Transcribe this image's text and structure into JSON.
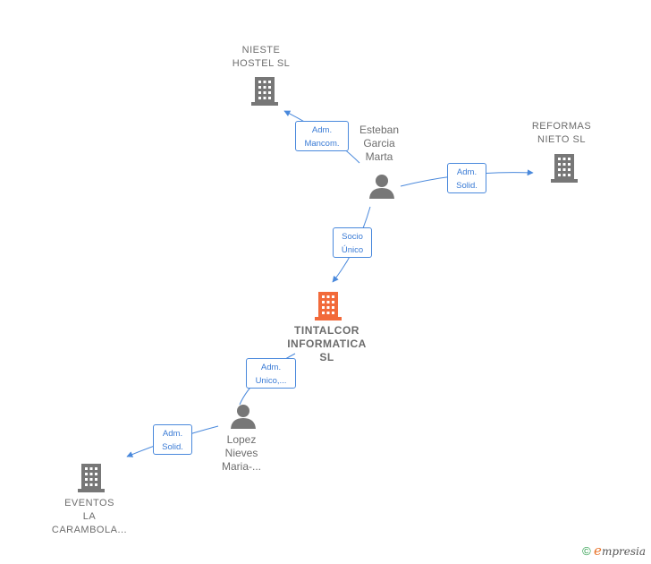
{
  "colors": {
    "company": "#777777",
    "focus": "#f26a3a",
    "person": "#777777",
    "edge": "#4a89dc"
  },
  "nodes": {
    "nieste": {
      "label": [
        "NIESTE",
        "HOSTEL  SL"
      ]
    },
    "reformas": {
      "label": [
        "REFORMAS",
        "NIETO  SL"
      ]
    },
    "esteban": {
      "label": [
        "Esteban",
        "Garcia",
        "Marta"
      ]
    },
    "tintalcor": {
      "label": [
        "TINTALCOR",
        "INFORMATICA",
        "SL"
      ]
    },
    "lopez": {
      "label": [
        "Lopez",
        "Nieves",
        "Maria-..."
      ]
    },
    "eventos": {
      "label": [
        "EVENTOS",
        "LA",
        "CARAMBOLA..."
      ]
    }
  },
  "edges": {
    "e1": {
      "label": [
        "Adm.",
        "Mancom."
      ]
    },
    "e2": {
      "label": [
        "Adm.",
        "Solid."
      ]
    },
    "e3": {
      "label": [
        "Socio",
        "Único"
      ]
    },
    "e4": {
      "label": [
        "Adm.",
        "Unico,..."
      ]
    },
    "e5": {
      "label": [
        "Adm.",
        "Solid."
      ]
    }
  },
  "brand": {
    "copyright": "©",
    "initial": "e",
    "name": "mpresia"
  }
}
